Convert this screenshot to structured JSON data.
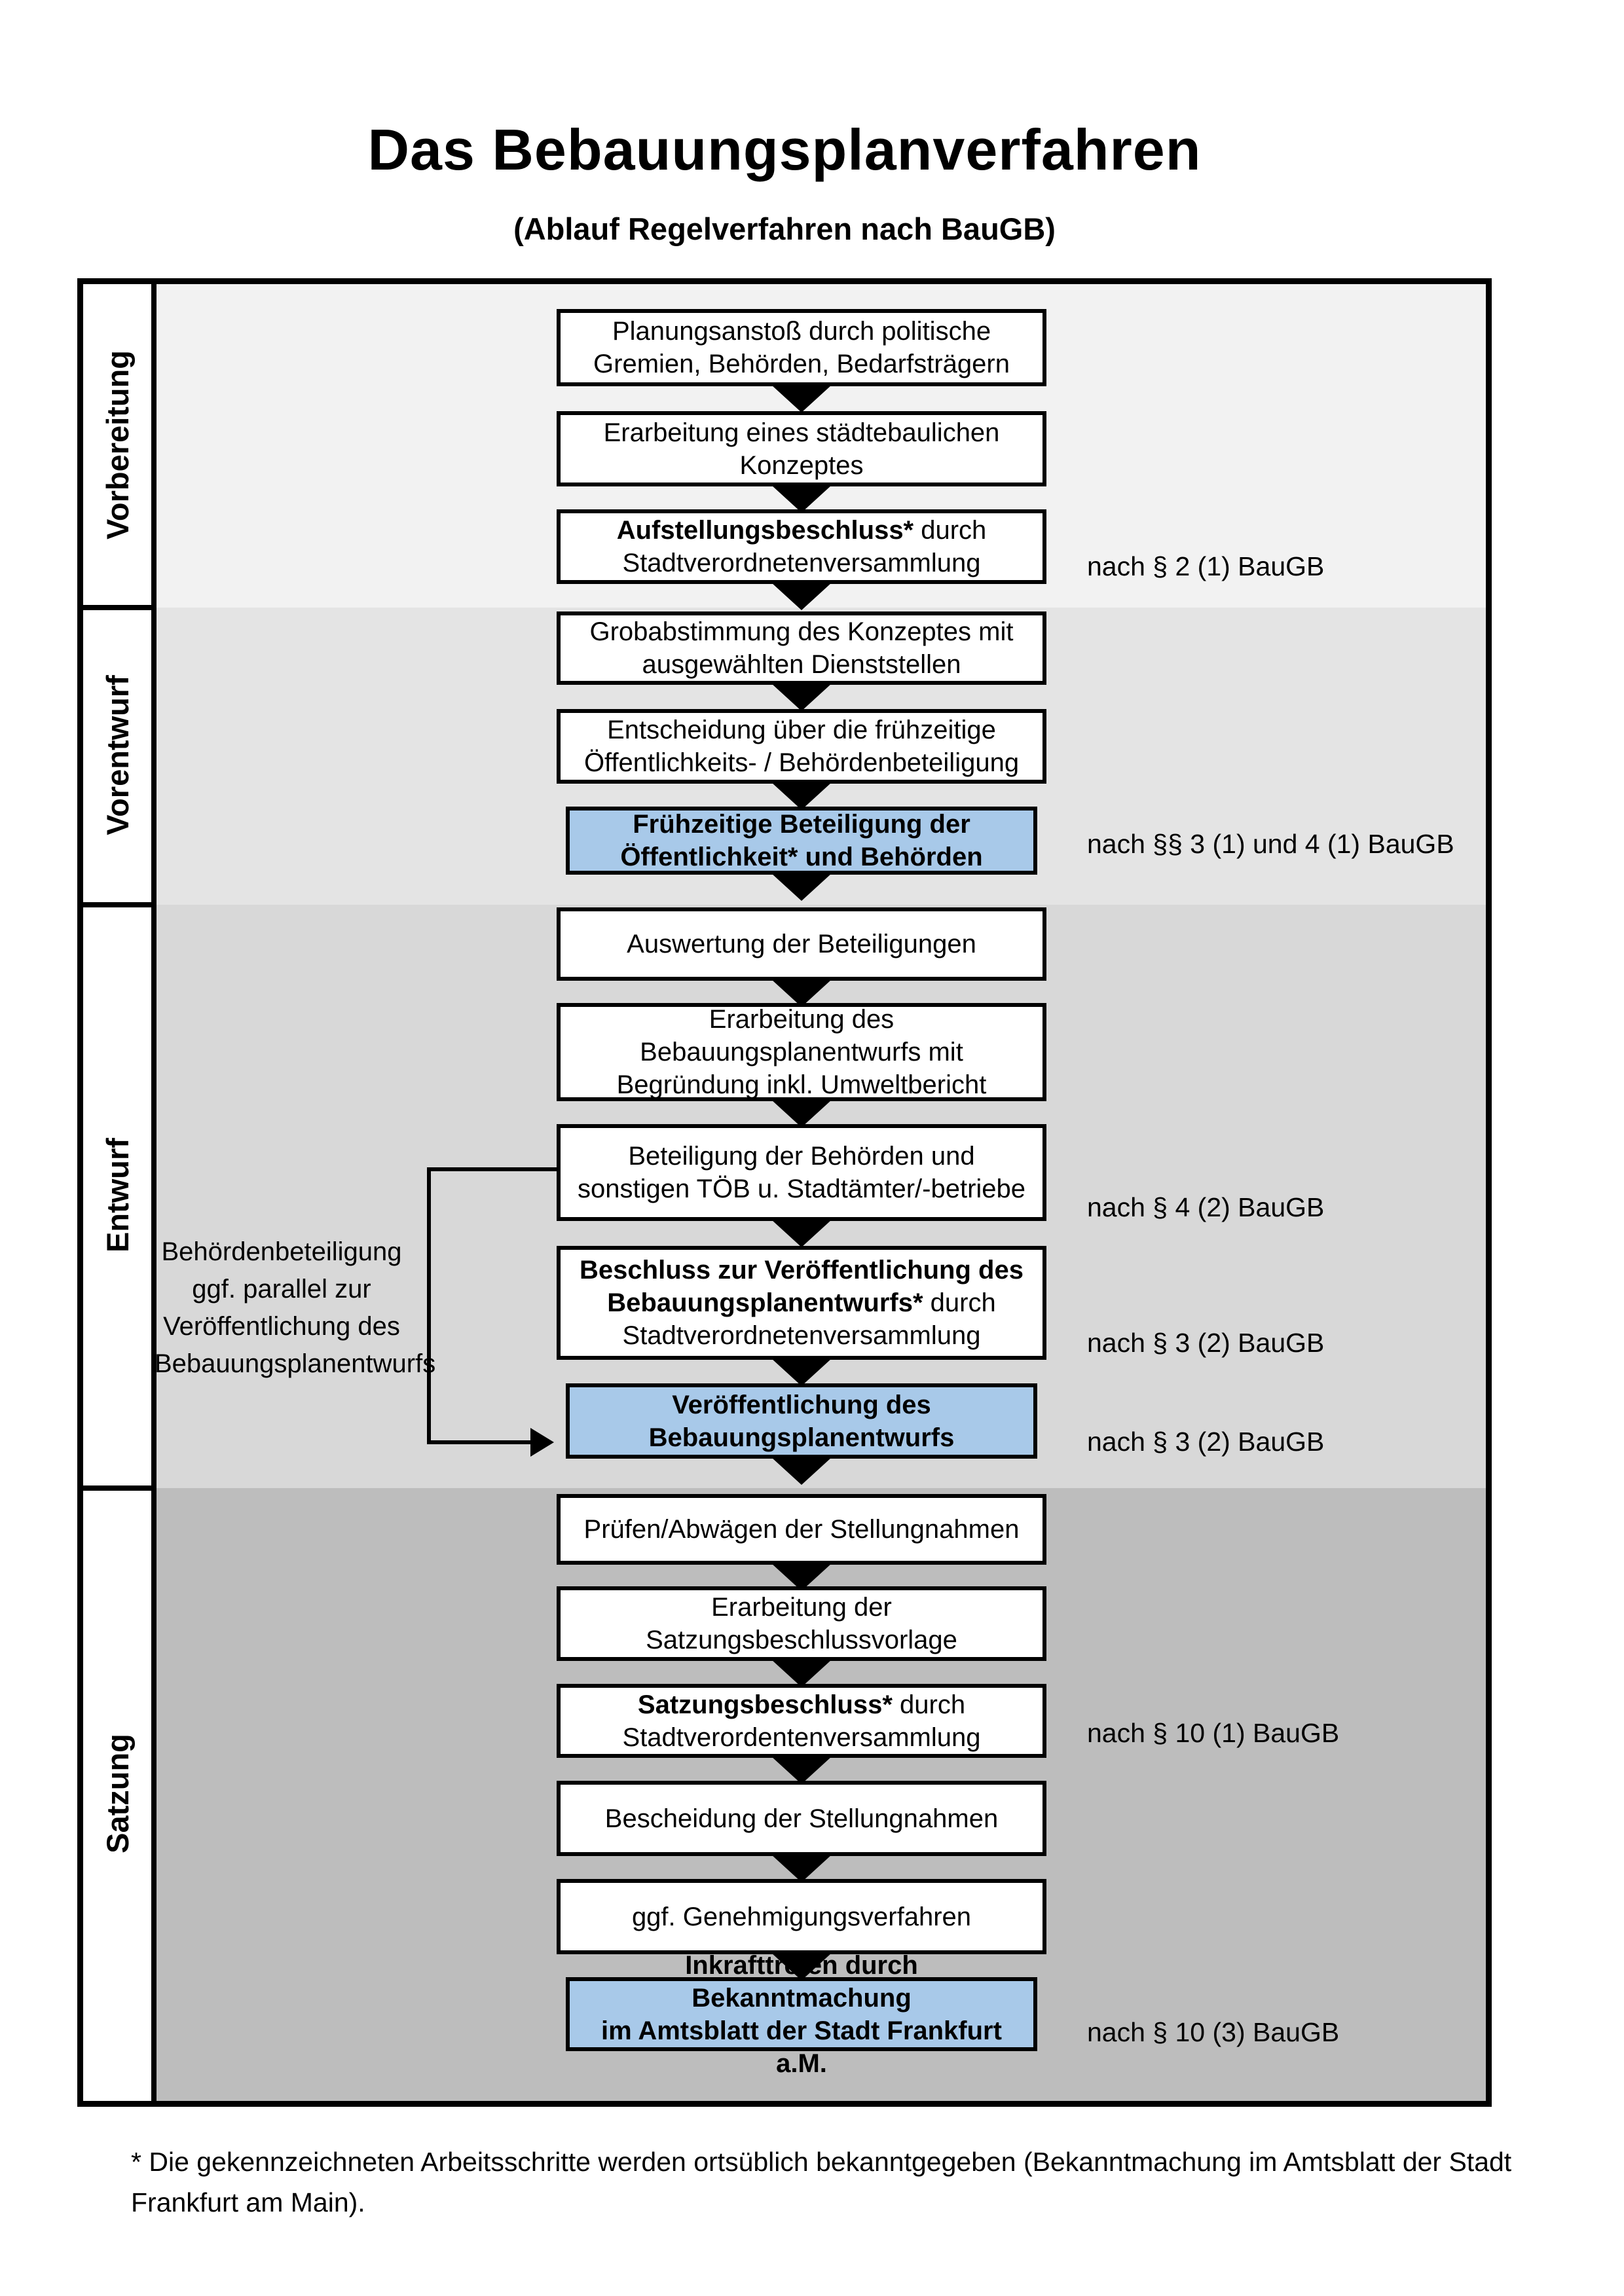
{
  "title": "Das Bebauungsplanverfahren",
  "subtitle": "(Ablauf Regelverfahren nach BauGB)",
  "phases": [
    {
      "label": "Vorbereitung"
    },
    {
      "label": "Vorentwurf"
    },
    {
      "label": "Entwurf"
    },
    {
      "label": "Satzung"
    }
  ],
  "steps": [
    {
      "bold": "",
      "text": "Planungsanstoß durch politische\nGremien, Behörden, Bedarfsträgern",
      "highlight": false,
      "note": ""
    },
    {
      "bold": "",
      "text": "Erarbeitung eines städtebaulichen\nKonzeptes",
      "highlight": false,
      "note": ""
    },
    {
      "bold": "Aufstellungsbeschluss*",
      "text": " durch\nStadtverordnetenversammlung",
      "highlight": false,
      "note": "nach § 2 (1) BauGB"
    },
    {
      "bold": "",
      "text": "Grobabstimmung des Konzeptes mit\nausgewählten Dienststellen",
      "highlight": false,
      "note": ""
    },
    {
      "bold": "",
      "text": "Entscheidung über die frühzeitige\nÖffentlichkeits- / Behördenbeteiligung",
      "highlight": false,
      "note": ""
    },
    {
      "bold": "Frühzeitige Beteiligung der\nÖffentlichkeit* und Behörden",
      "text": "",
      "highlight": true,
      "note": "nach §§ 3 (1) und 4 (1) BauGB"
    },
    {
      "bold": "",
      "text": "Auswertung der Beteiligungen",
      "highlight": false,
      "note": ""
    },
    {
      "bold": "",
      "text": "Erarbeitung des\nBebauungsplanentwurfs mit\nBegründung inkl. Umweltbericht",
      "highlight": false,
      "note": ""
    },
    {
      "bold": "",
      "text": "Beteiligung der Behörden und\nsonstigen TÖB u. Stadtämter/-betriebe",
      "highlight": false,
      "note": "nach § 4 (2) BauGB"
    },
    {
      "bold": "Beschluss zur Veröffentlichung des\nBebauungsplanentwurfs*",
      "text": " durch\nStadtverordnetenversammlung",
      "highlight": false,
      "note": "nach § 3 (2) BauGB"
    },
    {
      "bold": "Veröffentlichung des\nBebauungsplanentwurfs",
      "text": "",
      "highlight": true,
      "note": "nach § 3 (2) BauGB"
    },
    {
      "bold": "",
      "text": "Prüfen/Abwägen der Stellungnahmen",
      "highlight": false,
      "note": ""
    },
    {
      "bold": "",
      "text": "Erarbeitung der\nSatzungsbeschlussvorlage",
      "highlight": false,
      "note": ""
    },
    {
      "bold": "Satzungsbeschluss*",
      "text": " durch\nStadtverordentenversammlung",
      "highlight": false,
      "note": "nach § 10 (1) BauGB"
    },
    {
      "bold": "",
      "text": "Bescheidung der Stellungnahmen",
      "highlight": false,
      "note": ""
    },
    {
      "bold": "",
      "text": "ggf. Genehmigungsverfahren",
      "highlight": false,
      "note": ""
    },
    {
      "bold": "Inkrafttreten",
      "text": " durch Bekanntmachung\nim Amtsblatt der Stadt Frankfurt a.M.",
      "highlight": true,
      "note": "nach § 10 (3) BauGB"
    }
  ],
  "side_note": "Behördenbeteiligung\nggf. parallel zur\nVeröffentlichung des\nBebauungsplanentwurfs",
  "footnote": "* Die gekennzeichneten Arbeitsschritte werden ortsüblich bekanntgegeben (Bekanntmachung im Amtsblatt  der Stadt Frankfurt am Main).",
  "colors": {
    "highlight": "#a8c9e9",
    "band_vorbereitung": "#f2f2f2",
    "band_vorentwurf": "#e4e4e4",
    "band_entwurf": "#d8d8d8",
    "band_satzung": "#bdbdbd"
  }
}
